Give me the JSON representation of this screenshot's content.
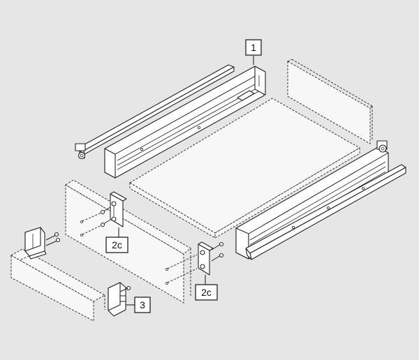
{
  "background": "#e6e6e6",
  "callouts": {
    "part_1": "1",
    "part_2c_left": "2c",
    "part_2c_right": "2c",
    "part_3": "3"
  },
  "icons": [
    "drawer-runner-left",
    "drawer-runner-right",
    "drawer-bottom-panel",
    "drawer-back-panel",
    "drawer-front-panel",
    "front-bracket",
    "front-clip",
    "screw"
  ]
}
